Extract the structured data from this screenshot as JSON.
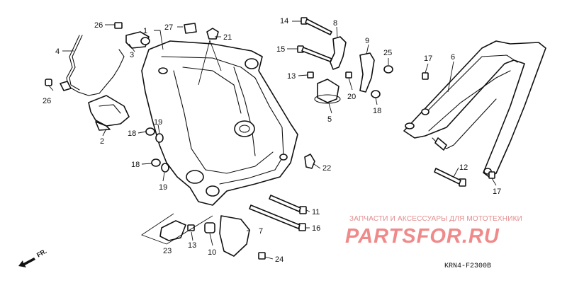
{
  "watermark": {
    "caption": "ЗАПЧАСТИ И АКСЕССУАРЫ ДЛЯ МОТОТЕХНИКИ",
    "logo": "PARTSFOR.RU"
  },
  "diagram_code": "KRN4-F2300B",
  "direction_label": "FR.",
  "callouts": [
    "1",
    "2",
    "3",
    "4",
    "5",
    "6",
    "7",
    "8",
    "9",
    "10",
    "11",
    "12",
    "13",
    "13",
    "14",
    "15",
    "16",
    "17",
    "17",
    "18",
    "18",
    "18",
    "19",
    "19",
    "20",
    "21",
    "22",
    "23",
    "24",
    "25",
    "26",
    "26",
    "27"
  ]
}
